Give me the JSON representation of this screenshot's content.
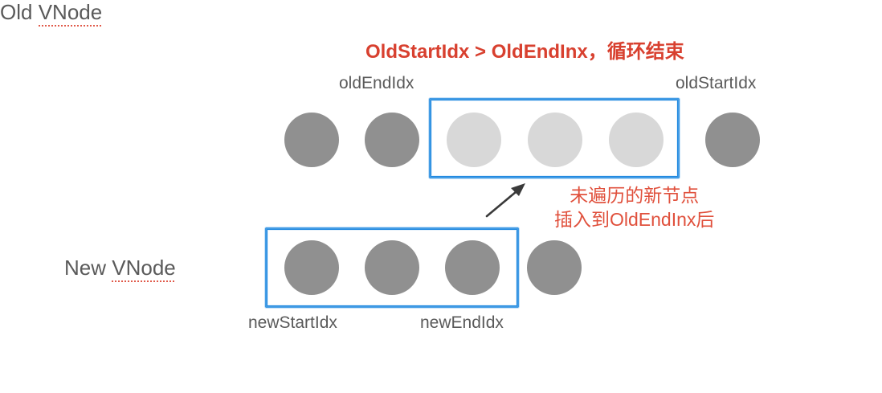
{
  "diagram": {
    "title": "OldStartIdx > OldEndInx，循环结束",
    "rows": [
      {
        "name": "old-vnode-row",
        "label_prefix": "Old",
        "label_main": "VNode",
        "start_index_label": "oldStartIdx",
        "end_index_label": "oldEndIdx",
        "nodes": [
          {
            "name": "old-node-1",
            "state": "dark",
            "in_box": false
          },
          {
            "name": "old-node-2",
            "state": "dark",
            "in_box": false
          },
          {
            "name": "old-node-3",
            "state": "light",
            "in_box": true
          },
          {
            "name": "old-node-4",
            "state": "light",
            "in_box": true
          },
          {
            "name": "old-node-5",
            "state": "light",
            "in_box": true
          },
          {
            "name": "old-node-6",
            "state": "dark",
            "in_box": false
          }
        ]
      },
      {
        "name": "new-vnode-row",
        "label_prefix": "New",
        "label_main": "VNode",
        "start_index_label": "newStartIdx",
        "end_index_label": "newEndIdx",
        "nodes": [
          {
            "name": "new-node-1",
            "state": "dark",
            "in_box": true
          },
          {
            "name": "new-node-2",
            "state": "dark",
            "in_box": true
          },
          {
            "name": "new-node-3",
            "state": "dark",
            "in_box": true
          },
          {
            "name": "new-node-4",
            "state": "dark",
            "in_box": false
          }
        ]
      }
    ],
    "annotation": {
      "line1": "未遍历的新节点",
      "line2": "插入到OldEndInx后"
    },
    "colors": {
      "title_red": "#d8402f",
      "annotation_red": "#e0503c",
      "label_gray": "#5a5a5a",
      "node_dark": "#909090",
      "node_light": "#d8d8d8",
      "highlight_blue": "#2089e0",
      "arrow_gray": "#3a3a3a",
      "background": "#ffffff"
    }
  }
}
